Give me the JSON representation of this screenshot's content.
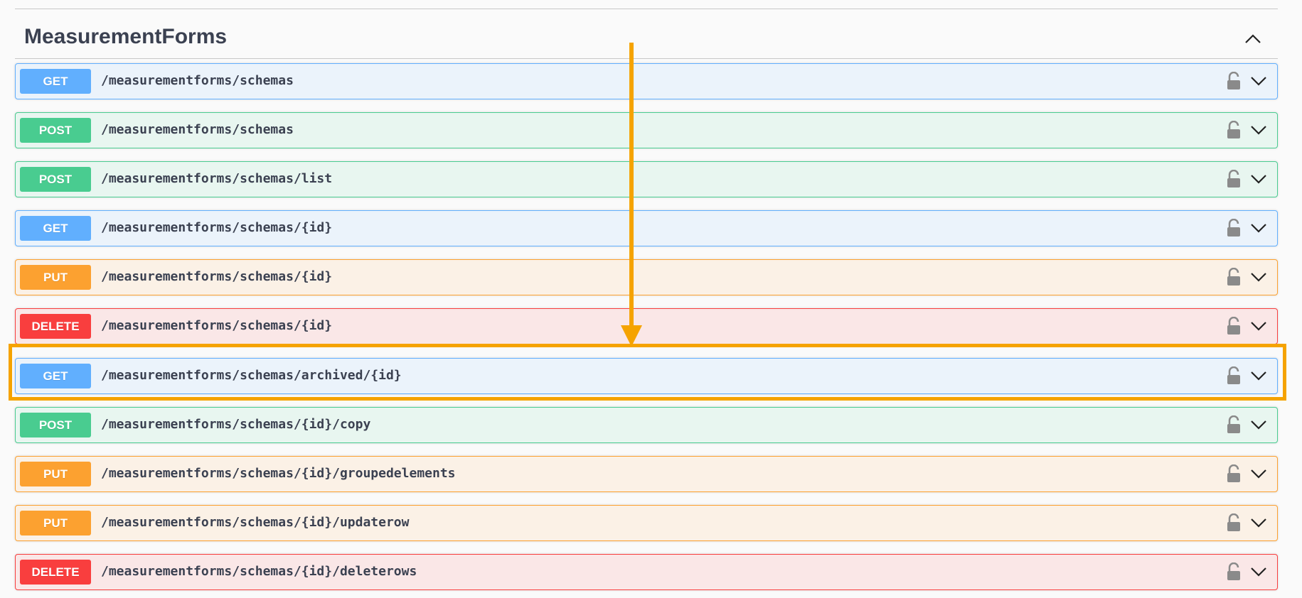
{
  "section": {
    "title": "MeasurementForms",
    "collapse_icon": "chevron-up-icon"
  },
  "operations": [
    {
      "method": "GET",
      "path": "/measurementforms/schemas"
    },
    {
      "method": "POST",
      "path": "/measurementforms/schemas"
    },
    {
      "method": "POST",
      "path": "/measurementforms/schemas/list"
    },
    {
      "method": "GET",
      "path": "/measurementforms/schemas/{id}"
    },
    {
      "method": "PUT",
      "path": "/measurementforms/schemas/{id}"
    },
    {
      "method": "DELETE",
      "path": "/measurementforms/schemas/{id}"
    },
    {
      "method": "GET",
      "path": "/measurementforms/schemas/archived/{id}"
    },
    {
      "method": "POST",
      "path": "/measurementforms/schemas/{id}/copy"
    },
    {
      "method": "PUT",
      "path": "/measurementforms/schemas/{id}/groupedelements"
    },
    {
      "method": "PUT",
      "path": "/measurementforms/schemas/{id}/updaterow"
    },
    {
      "method": "DELETE",
      "path": "/measurementforms/schemas/{id}/deleterows"
    }
  ],
  "icons": {
    "lock": "unlock-icon",
    "expand": "chevron-down-icon"
  },
  "colors": {
    "get": "#61affe",
    "post": "#49cc90",
    "put": "#fca130",
    "delete": "#f93e3e",
    "highlight": "#f5a300"
  }
}
